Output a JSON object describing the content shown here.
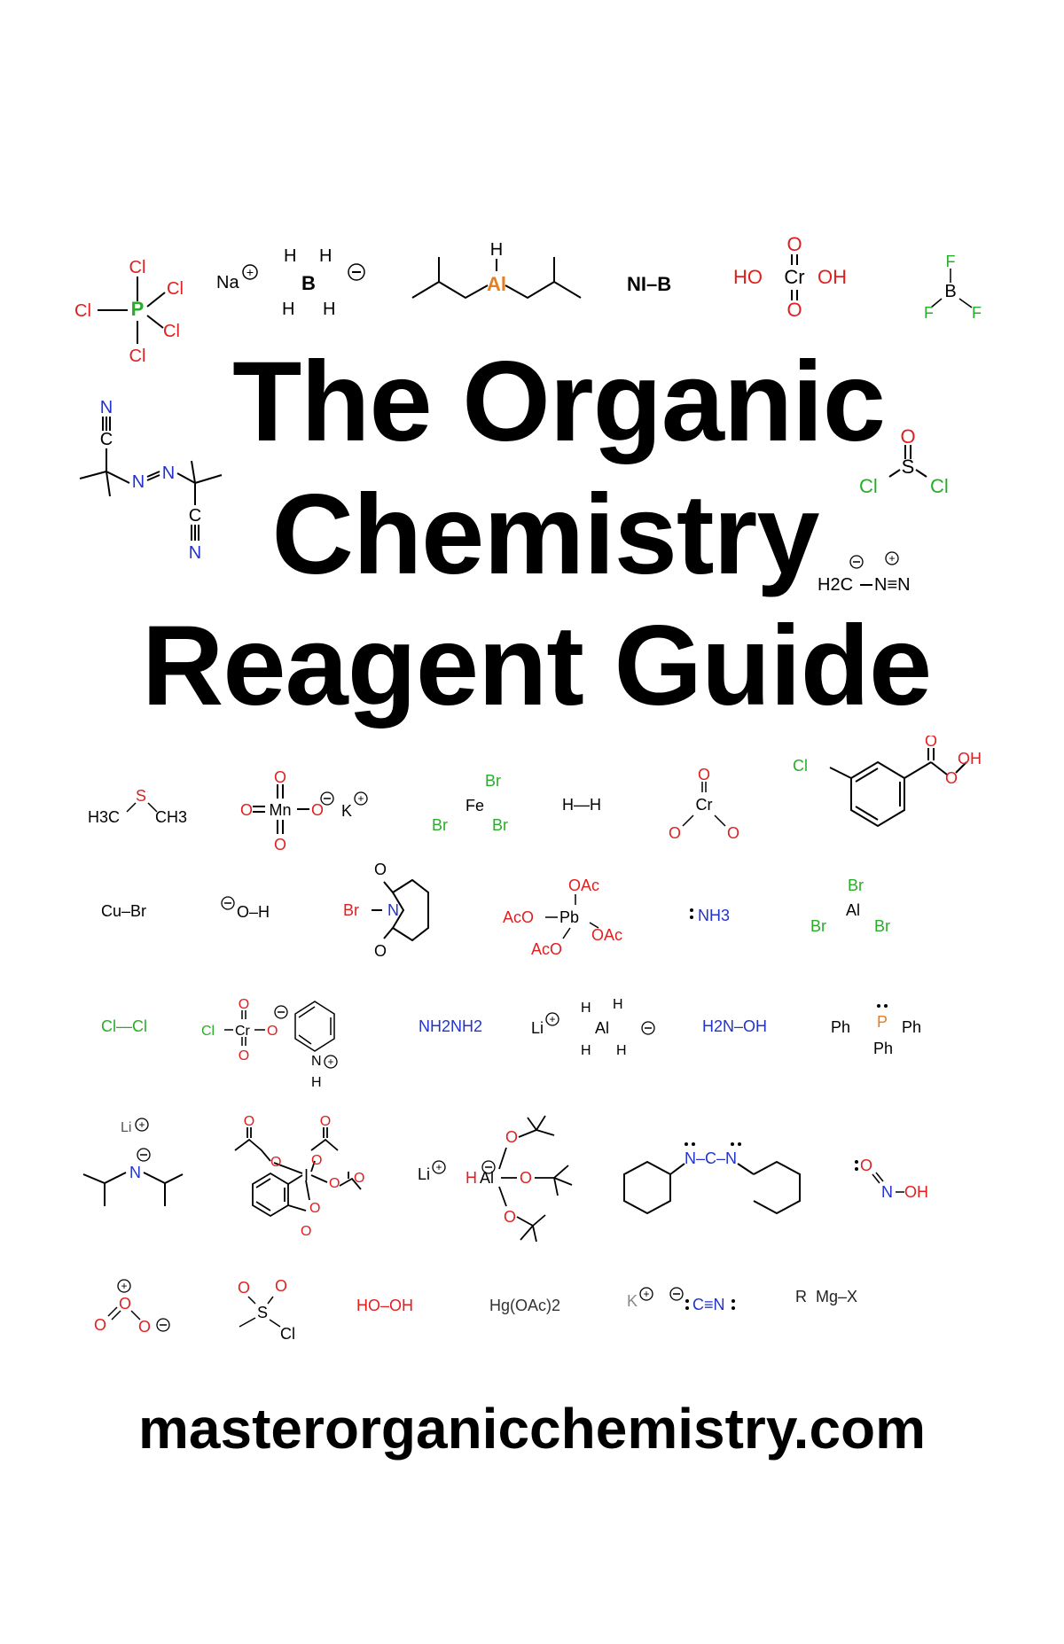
{
  "title": {
    "line1": "The Organic",
    "line2": "Chemistry",
    "line3": "Reagent Guide"
  },
  "website": "masterorganicchemistry.com",
  "reagents": {
    "pcl5": {
      "center": "P",
      "substituents": [
        "Cl",
        "Cl",
        "Cl",
        "Cl",
        "Cl"
      ]
    },
    "nabh4": {
      "cation": "Na",
      "center": "B",
      "substituents": [
        "H",
        "H",
        "H",
        "H"
      ]
    },
    "dibal": {
      "center": "Al",
      "substituent": "H"
    },
    "nhb": {
      "label": "NI–B"
    },
    "chromic_acid": {
      "center": "Cr",
      "oxygens": [
        "O",
        "O"
      ],
      "groups": [
        "HO",
        "OH"
      ]
    },
    "bf3": {
      "center": "B",
      "substituents": [
        "F",
        "F",
        "F"
      ]
    },
    "aibn": {
      "atoms": [
        "N",
        "C",
        "N",
        "N",
        "C",
        "N"
      ]
    },
    "socl2": {
      "center": "S",
      "substituents": [
        "O",
        "Cl",
        "Cl"
      ]
    },
    "diazomethane": {
      "label_h2c": "H2C",
      "label_n": "N≡N"
    },
    "dms": {
      "center": "S",
      "groups": [
        "H3C",
        "CH3"
      ]
    },
    "kmno4": {
      "center": "Mn",
      "oxygens": [
        "O",
        "O",
        "O",
        "O"
      ],
      "cation": "K"
    },
    "febr3": {
      "center": "Fe",
      "substituents": [
        "Br",
        "Br",
        "Br"
      ]
    },
    "h2": {
      "label": "H—H"
    },
    "cro3": {
      "center": "Cr",
      "oxygens": [
        "O",
        "O",
        "O"
      ]
    },
    "mcpba": {
      "groups": [
        "Cl",
        "O",
        "O",
        "OH"
      ]
    },
    "cubr": {
      "label": "Cu–Br"
    },
    "hydroxide": {
      "label": "O–H"
    },
    "nbs": {
      "atoms": [
        "Br",
        "N",
        "O",
        "O"
      ]
    },
    "pboac4": {
      "center": "Pb",
      "groups": [
        "OAc",
        "AcO",
        "OAc",
        "AcO"
      ]
    },
    "nh3": {
      "label": "NH3"
    },
    "albr3": {
      "center": "Al",
      "substituents": [
        "Br",
        "Br",
        "Br"
      ]
    },
    "cl2": {
      "label": "Cl—Cl"
    },
    "pcc": {
      "center": "Cr",
      "atoms": [
        "Cl",
        "O",
        "O",
        "O",
        "N",
        "H"
      ]
    },
    "hydrazine": {
      "label": "NH2NH2"
    },
    "lialh4": {
      "cation": "Li",
      "center": "Al",
      "substituents": [
        "H",
        "H",
        "H",
        "H"
      ]
    },
    "hydroxylamine": {
      "label": "H2N–OH"
    },
    "pph3": {
      "center": "P",
      "groups": [
        "Ph",
        "Ph",
        "Ph"
      ]
    },
    "lda": {
      "cation": "Li",
      "center": "N"
    },
    "dmp": {
      "center": "I",
      "atoms": [
        "O",
        "O",
        "O",
        "O",
        "O",
        "O",
        "O",
        "O"
      ]
    },
    "lialh_otbu3": {
      "cation": "Li",
      "center": "Al",
      "atoms": [
        "H",
        "O",
        "O",
        "O"
      ]
    },
    "dcc": {
      "label": "N–C–N"
    },
    "hno2": {
      "atoms": [
        "O",
        "N",
        "OH"
      ]
    },
    "ozone": {
      "atoms": [
        "O",
        "O",
        "O"
      ]
    },
    "mscl": {
      "center": "S",
      "atoms": [
        "O",
        "O",
        "Cl"
      ]
    },
    "h2o2": {
      "label": "HO–OH"
    },
    "hgoac2": {
      "label": "Hg(OAc)2"
    },
    "kcn": {
      "cation": "K",
      "label": "C≡N"
    },
    "grignard": {
      "label": "R  Mg–X"
    }
  }
}
